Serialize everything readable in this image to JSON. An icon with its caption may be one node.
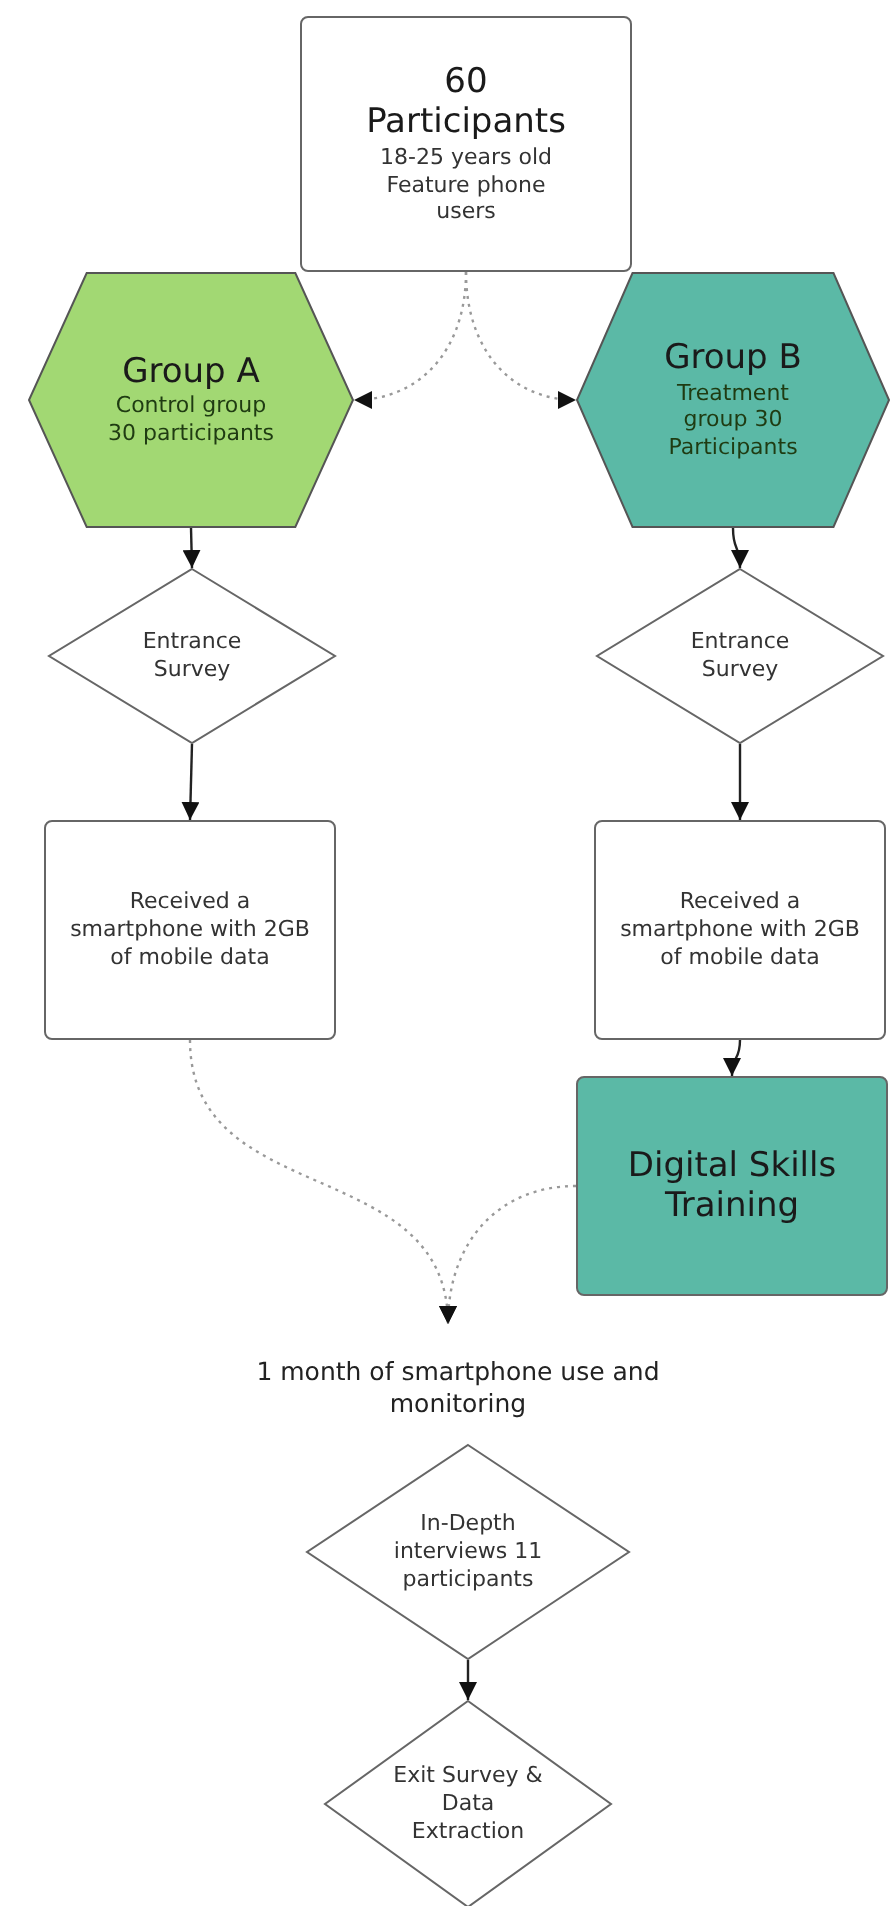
{
  "diagram": {
    "nodes": [
      {
        "text": [
          "60 Participants",
          "18-25 years old Feature phone users"
        ]
      },
      {
        "text": [
          "Group A",
          "Control group 30 participants"
        ]
      },
      {
        "text": [
          "Group B",
          "Treatment group 30 Participants"
        ]
      },
      {
        "text": [
          "Entrance Survey"
        ]
      },
      {
        "text": [
          "Entrance Survey"
        ]
      },
      {
        "text": [
          "Received a smartphone with 2GB of mobile data"
        ]
      },
      {
        "text": [
          "Received a smartphone with 2GB of mobile data"
        ]
      },
      {
        "text": [
          "Digital Skills Training"
        ]
      },
      {
        "text": [
          "1 month of smartphone use and monitoring"
        ]
      },
      {
        "text": [
          "In-Depth interviews 11 participants"
        ]
      },
      {
        "text": [
          "Exit Survey & Data Extraction"
        ]
      }
    ],
    "edges": [
      {
        "from": 0,
        "to": 1,
        "arrow": "to",
        "style": "dashed",
        "color": "#999999"
      },
      {
        "from": 0,
        "to": 2,
        "arrow": "to",
        "style": "dashed",
        "color": "#999999"
      },
      {
        "from": 1,
        "to": 3,
        "arrow": "to"
      },
      {
        "from": 2,
        "to": 4,
        "arrow": "to"
      },
      {
        "from": 3,
        "to": 5,
        "arrow": "to"
      },
      {
        "from": 4,
        "to": 6,
        "arrow": "to"
      },
      {
        "from": 6,
        "to": 7,
        "arrow": "to"
      },
      {
        "from": 5,
        "to": 8,
        "arrow": "to",
        "style": "dashed",
        "color": "#999999"
      },
      {
        "from": 7,
        "to": 8,
        "arrow": "to",
        "style": "dashed",
        "color": "#999999"
      },
      {
        "from": 9,
        "to": 10,
        "arrow": "to"
      }
    ]
  }
}
